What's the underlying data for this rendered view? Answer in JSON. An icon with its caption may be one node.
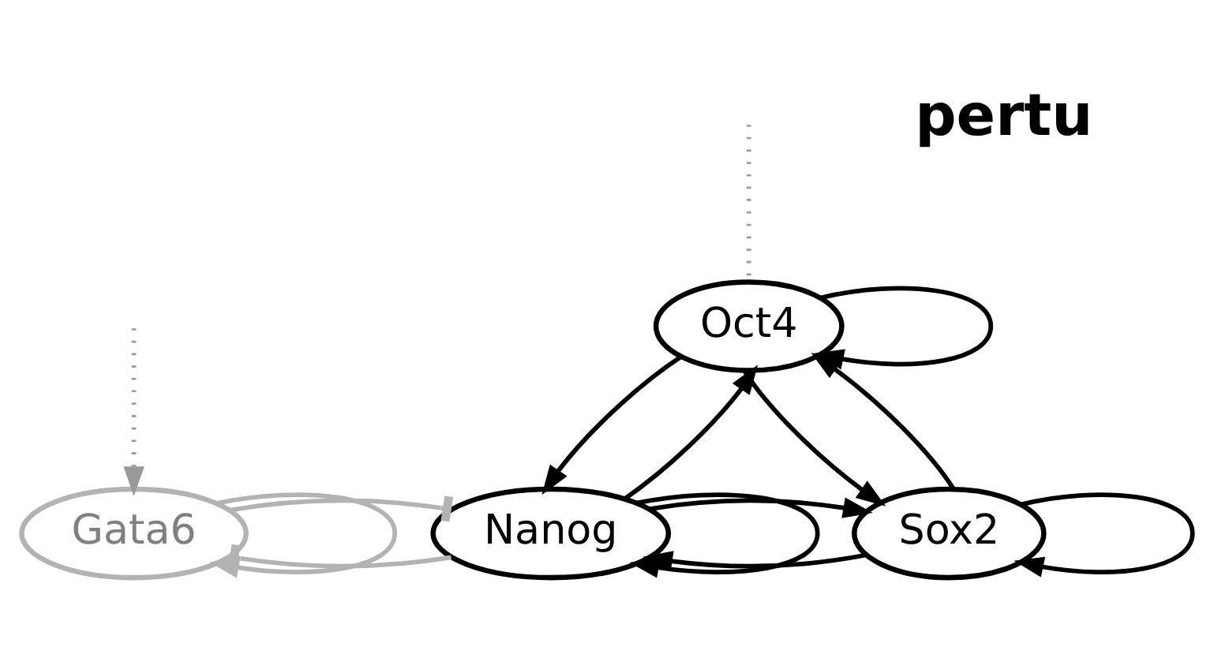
{
  "diagram": {
    "nodes": [
      {
        "text": [
          "Oct4"
        ]
      },
      {
        "text": [
          "Sox2"
        ]
      },
      {
        "text": [
          "Nanog"
        ]
      },
      {
        "text": [
          "Gata6"
        ]
      }
    ],
    "edges": [
      {
        "from": 0,
        "to": 0,
        "arrow": "to"
      },
      {
        "from": 1,
        "to": 0,
        "arrow": "to"
      },
      {
        "from": 0,
        "to": 1,
        "arrow": "to"
      },
      {
        "from": 0,
        "to": 2,
        "arrow": "to"
      },
      {
        "from": 2,
        "to": 0,
        "arrow": "to"
      },
      {
        "from": 1,
        "to": 2,
        "arrow": "to"
      },
      {
        "from": 2,
        "to": 1,
        "arrow": "to"
      },
      {
        "from": 1,
        "to": 1,
        "arrow": "to"
      },
      {
        "from": 2,
        "to": 2,
        "arrow": "to"
      },
      {
        "from": 2,
        "to": 3,
        "arrow": "other",
        "color": "#b3b3b3"
      },
      {
        "from": 3,
        "to": 2,
        "arrow": "other",
        "color": "#b3b3b3"
      },
      {
        "from": 3,
        "to": 3,
        "arrow": "to",
        "color": "#b3b3b3"
      },
      {
        "from": null,
        "to": 3,
        "arrow": "to",
        "style": "dashed",
        "color": "#999999"
      },
      {
        "from": null,
        "to": 0,
        "arrow": "none",
        "style": "dashed",
        "color": "#999999"
      }
    ],
    "labels": [
      "pertu"
    ]
  }
}
